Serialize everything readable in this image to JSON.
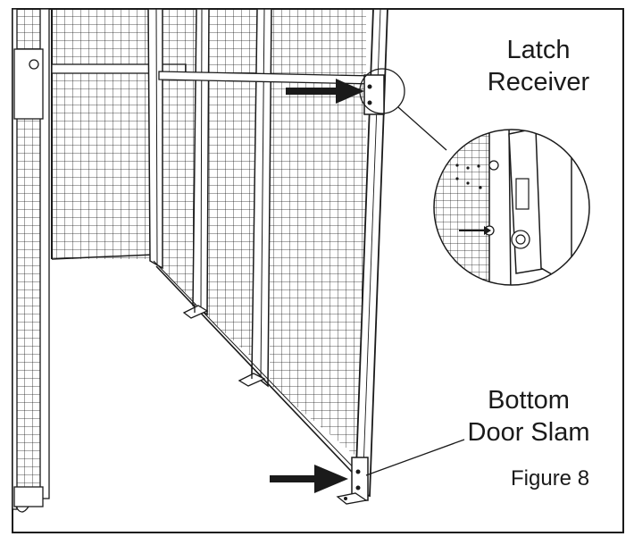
{
  "labels": {
    "latch_receiver_line1": "Latch",
    "latch_receiver_line2": "Receiver",
    "bottom_door_slam_line1": "Bottom",
    "bottom_door_slam_line2": "Door Slam",
    "figure_caption": "Figure 8"
  },
  "colors": {
    "line": "#1a1a1a",
    "background": "#ffffff"
  },
  "icons": {
    "pointer_arrow": "black-arrow-right-icon"
  }
}
